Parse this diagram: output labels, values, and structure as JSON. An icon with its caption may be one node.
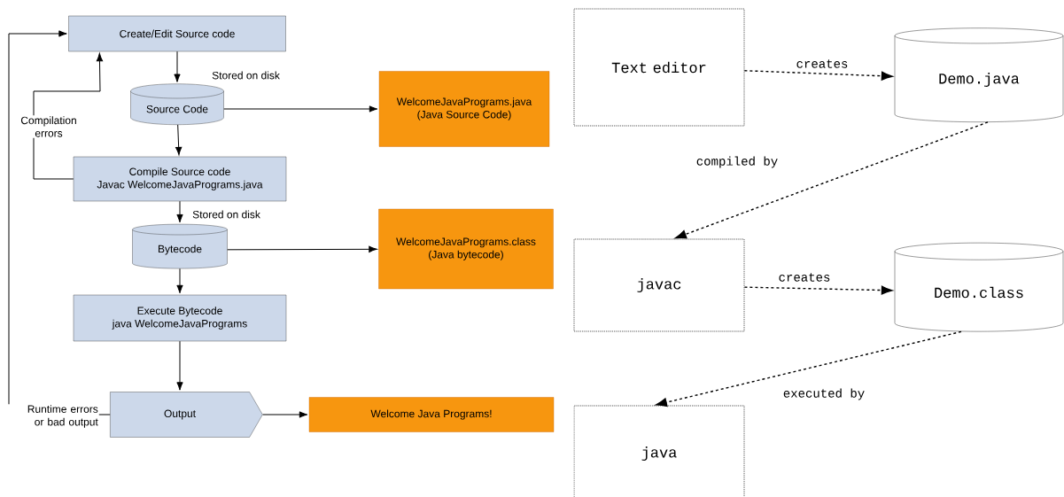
{
  "diagram": {
    "nodes": [
      {
        "text": [
          "Create/Edit Source code"
        ]
      },
      {
        "text": [
          "Source Code"
        ]
      },
      {
        "text": [
          "WelcomeJavaPrograms.java",
          "(Java Source Code)"
        ]
      },
      {
        "text": [
          "Compile Source code",
          "Javac WelcomeJavaPrograms.java"
        ]
      },
      {
        "text": [
          "Bytecode"
        ]
      },
      {
        "text": [
          "WelcomeJavaPrograms.class",
          "(Java bytecode)"
        ]
      },
      {
        "text": [
          "Execute Bytecode",
          "java WelcomeJavaPrograms"
        ]
      },
      {
        "text": [
          "Output"
        ]
      },
      {
        "text": [
          "Welcome Java Programs!"
        ]
      },
      {
        "text": [
          "Text editor"
        ]
      },
      {
        "text": [
          "Demo.java"
        ]
      },
      {
        "text": [
          "javac"
        ]
      },
      {
        "text": [
          "Demo.class"
        ]
      },
      {
        "text": [
          "java"
        ]
      }
    ],
    "edges": [
      {
        "from": 0,
        "to": 1,
        "arrow": "to",
        "label": "Stored on disk"
      },
      {
        "from": 1,
        "to": 2,
        "arrow": "to"
      },
      {
        "from": 1,
        "to": 3,
        "arrow": "to"
      },
      {
        "from": 3,
        "to": 0,
        "arrow": "to",
        "label": "Compilation errors"
      },
      {
        "from": 3,
        "to": 4,
        "arrow": "to",
        "label": "Stored on disk"
      },
      {
        "from": 4,
        "to": 5,
        "arrow": "to"
      },
      {
        "from": 4,
        "to": 6,
        "arrow": "to"
      },
      {
        "from": 6,
        "to": 7,
        "arrow": "to"
      },
      {
        "from": 7,
        "to": 0,
        "arrow": "to",
        "label": "Runtime errors or bad output"
      },
      {
        "from": 7,
        "to": 8,
        "arrow": "to"
      },
      {
        "from": 9,
        "to": 10,
        "arrow": "to",
        "label": "creates",
        "style": "dashed"
      },
      {
        "from": 10,
        "to": 11,
        "arrow": "to",
        "label": "compiled by",
        "style": "dashed"
      },
      {
        "from": 11,
        "to": 12,
        "arrow": "to",
        "label": "creates",
        "style": "dashed"
      },
      {
        "from": 12,
        "to": 13,
        "arrow": "to",
        "label": "executed by",
        "style": "dashed"
      }
    ]
  }
}
